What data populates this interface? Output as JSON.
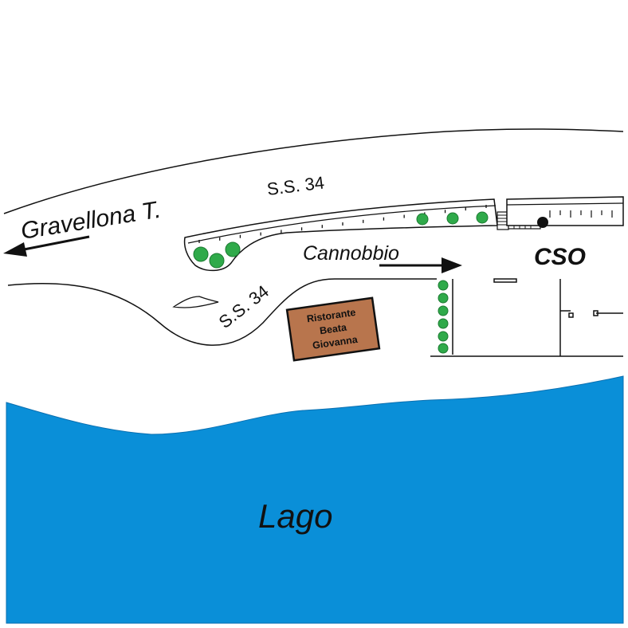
{
  "labels": {
    "gravellona": "Gravellona T.",
    "ss34_top": "S.S. 34",
    "ss34_bottom": "S.S. 34",
    "cannobbio": "Cannobbio",
    "cso": "CSO",
    "lago": "Lago"
  },
  "restaurant": {
    "line1": "Ristorante",
    "line2": "Beata",
    "line3": "Giovanna"
  },
  "colors": {
    "lake": "#0a8fd8",
    "restaurant_fill": "#b8754d",
    "trees": "#2faa4a",
    "lines": "#111111"
  }
}
